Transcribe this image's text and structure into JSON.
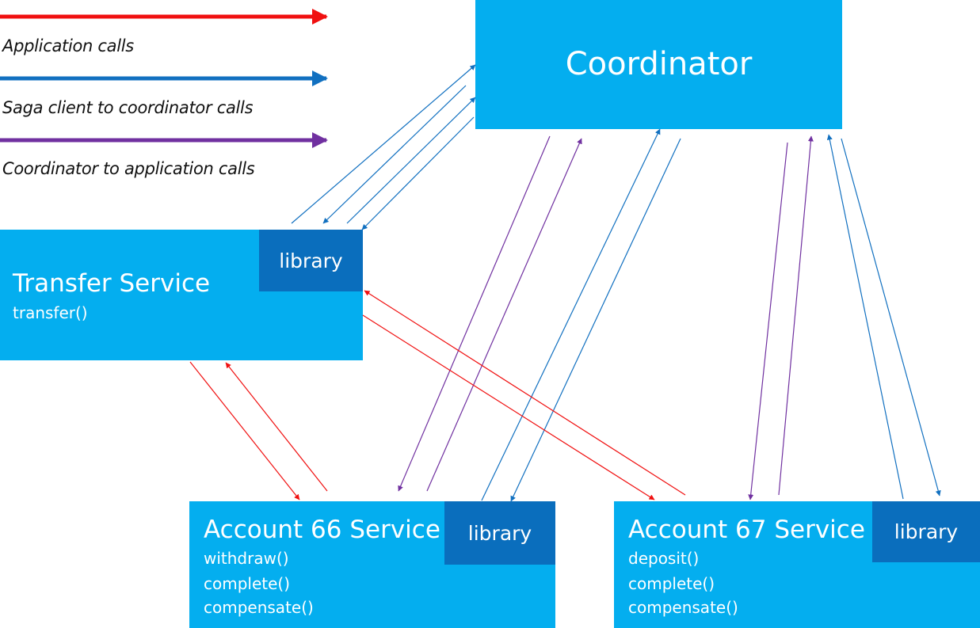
{
  "legend": {
    "application_calls": "Application calls",
    "saga_client_calls": "Saga client to coordinator calls",
    "coordinator_calls": "Coordinator to application calls"
  },
  "coordinator": {
    "title": "Coordinator"
  },
  "transfer_service": {
    "title": "Transfer Service",
    "methods": [
      "transfer()"
    ],
    "library": "library"
  },
  "account66": {
    "title": "Account 66 Service",
    "methods": [
      "withdraw()",
      "complete()",
      "compensate()"
    ],
    "library": "library"
  },
  "account67": {
    "title": "Account 67 Service",
    "methods": [
      "deposit()",
      "complete()",
      "compensate()"
    ],
    "library": "library"
  },
  "colors": {
    "box": "#04AEEF",
    "library": "#0A6EBD",
    "application_arrow": "#F01010",
    "saga_arrow": "#1170C0",
    "coordinator_arrow": "#7030A0"
  }
}
